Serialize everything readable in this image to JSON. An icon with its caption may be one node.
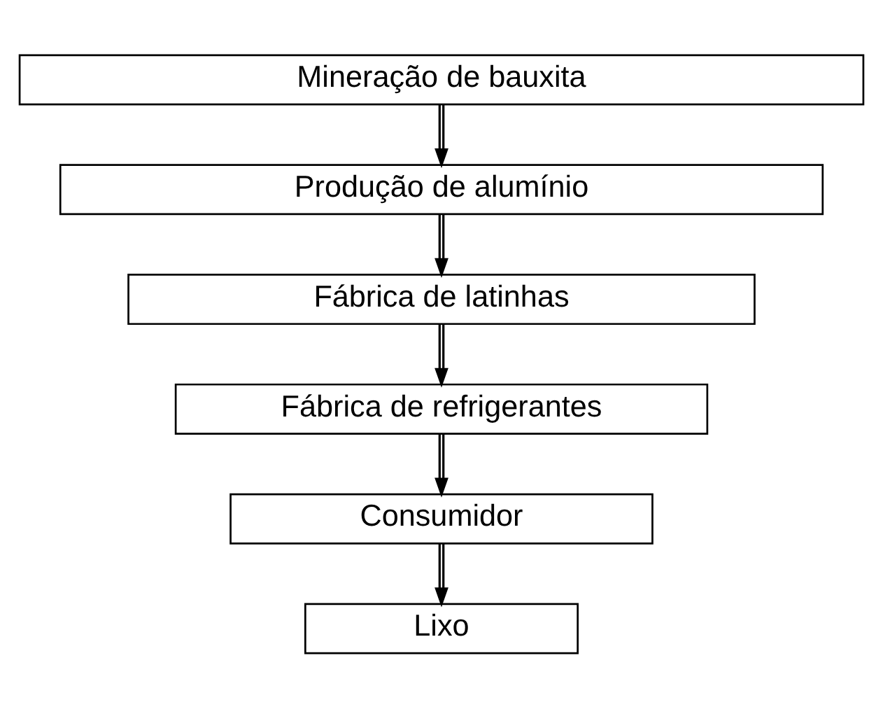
{
  "diagram": {
    "nodes": [
      {
        "text": [
          "Mineração de bauxita"
        ]
      },
      {
        "text": [
          "Produção de alumínio"
        ]
      },
      {
        "text": [
          "Fábrica de latinhas"
        ]
      },
      {
        "text": [
          "Fábrica de refrigerantes"
        ]
      },
      {
        "text": [
          "Consumidor"
        ]
      },
      {
        "text": [
          "Lixo"
        ]
      }
    ],
    "edges": [
      {
        "from": 0,
        "to": 1,
        "arrow": "to"
      },
      {
        "from": 1,
        "to": 2,
        "arrow": "to"
      },
      {
        "from": 2,
        "to": 3,
        "arrow": "to"
      },
      {
        "from": 3,
        "to": 4,
        "arrow": "to"
      },
      {
        "from": 4,
        "to": 5,
        "arrow": "to"
      }
    ]
  }
}
